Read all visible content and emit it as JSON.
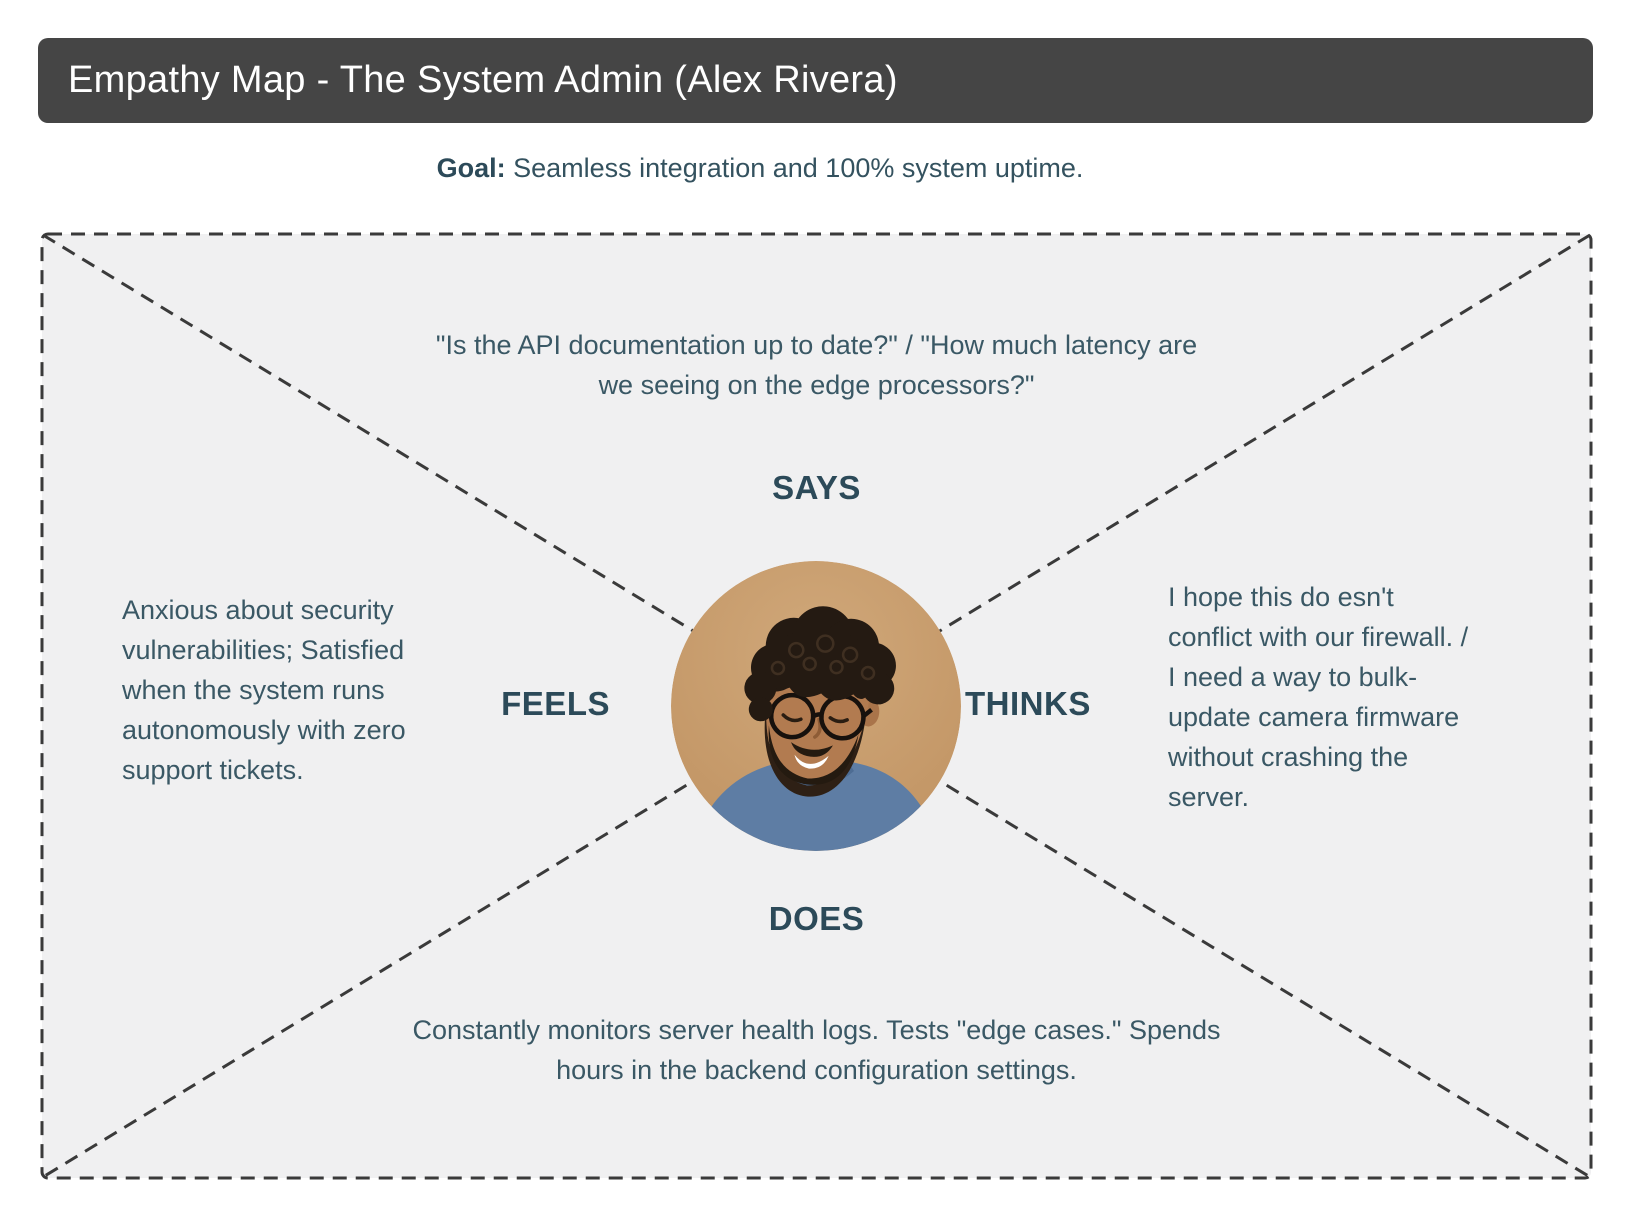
{
  "header": {
    "title": "Empathy Map - The System Admin (Alex Rivera)"
  },
  "goal": {
    "label": "Goal:",
    "text": "Seamless integration and 100% system uptime."
  },
  "map": {
    "quadrants": {
      "says": {
        "label": "SAYS",
        "text": "\"Is the API documentation up to date?\" / \"How much latency are we seeing on the edge processors?\""
      },
      "feels": {
        "label": "FEELS",
        "text": "Anxious about security vulnerabilities; Satisfied when the system runs autonomously with zero support tickets."
      },
      "thinks": {
        "label": "THINKS",
        "text": "I hope this do esn't conflict with our firewall. / I need a way to bulk-update camera firmware without crashing the server."
      },
      "does": {
        "label": "DOES",
        "text": "Constantly monitors server health logs. Tests \"edge cases.\" Spends hours in the backend configuration settings."
      }
    },
    "avatar": {
      "icon": "persona-photo"
    }
  },
  "colors": {
    "page_background": "#ffffff",
    "header_bg": "#454545",
    "header_text": "#ffffff",
    "body_text": "#3a5865",
    "label_text": "#2c4a59",
    "map_background": "#f0f0f1",
    "dashed_border": "#3a3a3a",
    "avatar_background": "#c79b6c",
    "avatar_shirt": "#5e7da4"
  }
}
